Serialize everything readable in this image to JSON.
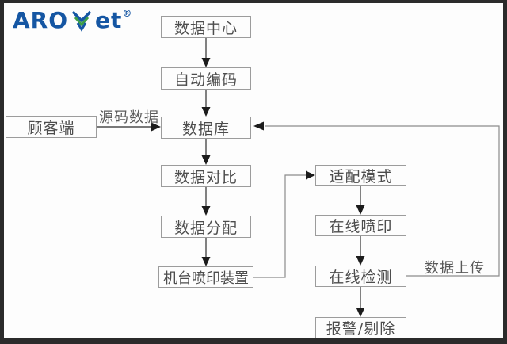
{
  "logo": {
    "text_left": "ARO",
    "text_right": "et",
    "registered_mark": "®",
    "brand_color": "#1556a3",
    "leaf_outer_color": "#1556a3",
    "leaf_inner_color": "#3c9e47"
  },
  "diagram": {
    "nodes": {
      "data_center": "数据中心",
      "auto_encoding": "自动编码",
      "database": "数据库",
      "customer": "顾客端",
      "data_compare": "数据对比",
      "data_distribute": "数据分配",
      "machine_print": "机台喷印装置",
      "adapt_mode": "适配模式",
      "online_print": "在线喷印",
      "online_detect": "在线检测",
      "alarm_reject": "报警/剔除"
    },
    "edge_labels": {
      "source_data": "源码数据",
      "data_upload": "数据上传"
    },
    "colors": {
      "frame": "#2b2b2b",
      "background": "#fdfdfd",
      "box_border": "#9c9c9c",
      "box_text": "#4d4d4d",
      "line": "#8c8c8c",
      "arrowhead": "#1c1c1c"
    }
  }
}
